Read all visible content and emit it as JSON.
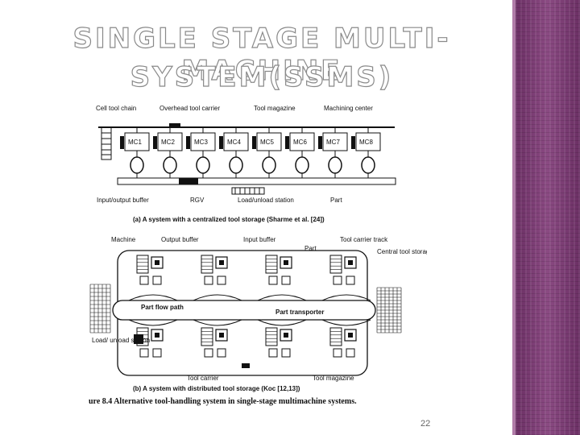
{
  "slide": {
    "title_line1": "SINGLE STAGE MULTI-MACHINE",
    "title_line2": "SYSTEM(SSMS)",
    "page_number": "22"
  },
  "diagram_a": {
    "top_labels": [
      "Cell tool chain",
      "Overhead tool carrier",
      "Tool magazine",
      "Machining center"
    ],
    "machines": [
      "MC1",
      "MC2",
      "MC3",
      "MC4",
      "MC5",
      "MC6",
      "MC7",
      "MC8"
    ],
    "bottom_labels": {
      "io_buffer": "Input/output buffer",
      "rgv": "RGV",
      "load_unload": "Load/unload station",
      "part": "Part"
    },
    "caption": "(a) A system with a centralized tool storage (Sharme et al. [24])"
  },
  "diagram_b": {
    "labels": {
      "machine": "Machine",
      "output_buffer": "Output buffer",
      "input_buffer": "Input buffer",
      "part": "Part",
      "tool_carrier_track": "Tool carrier track",
      "central_tool_storage": "Central tool storage",
      "part_flow_path": "Part flow path",
      "part_transporter": "Part transporter",
      "load_unload_station": "Load/ unload station",
      "tool_carrier": "Tool carrier",
      "tool_magazine": "Tool magazine"
    },
    "caption": "(b) A system with distributed tool storage (Koc [12,13])"
  },
  "figure_caption": "ure 8.4   Alternative tool-handling system in single-stage multimachine systems."
}
